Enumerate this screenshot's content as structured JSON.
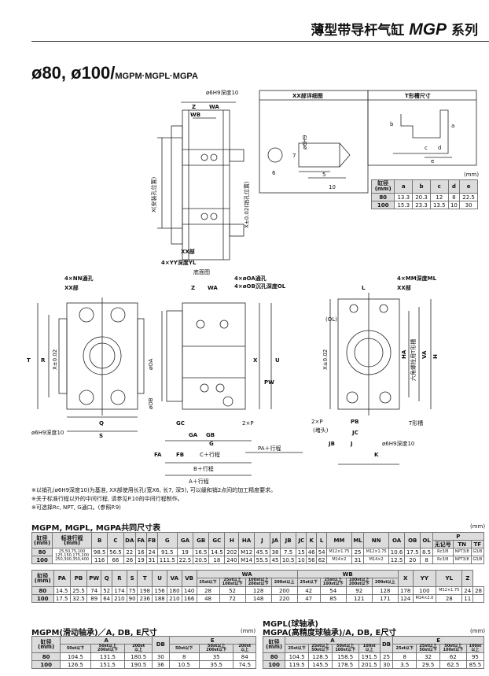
{
  "header": {
    "title_cn": "薄型带导杆气缸",
    "title_model": "MGP",
    "title_suffix": "系列"
  },
  "page_title": {
    "main": "ø80, ø100/",
    "sub": "MGPM·MGPL·MGPA"
  },
  "drawing": {
    "top_view": {
      "hole": "ø6H9深度10",
      "z": "Z",
      "wa": "WA",
      "wb": "WB",
      "x_install": "X(安装孔位置)",
      "x_pin": "X±0.02(销孔位置)",
      "xx": "XX部",
      "yy": "4×YY深度YL",
      "bottom": "底面图"
    },
    "detail_xx": {
      "title": "XX部详细图",
      "d6h9": "ø6H9",
      "d7": "7",
      "d6": "6",
      "d5": "5",
      "d10": "10"
    },
    "detail_t": {
      "title": "T形槽尺寸",
      "a": "a",
      "b": "b",
      "c": "c",
      "d": "d",
      "e": "e"
    },
    "left_view": {
      "nn": "4×NN通孔",
      "xx": "XX部",
      "t": "T",
      "r": "R",
      "x": "X±0.02",
      "q": "Q",
      "s": "S",
      "hole": "ø6H9深度10"
    },
    "mid_view": {
      "oa": "4×øOA通孔",
      "ob": "4×øOB沉孔深度OL",
      "z": "Z",
      "wa": "WA",
      "doa": "øOA",
      "dob": "øOB",
      "x": "X",
      "pw": "PW",
      "u": "U",
      "gc": "GC",
      "ga": "GA",
      "gb": "GB",
      "g": "G",
      "p2": "2×P",
      "pa": "PA＋行程",
      "fa": "FA",
      "fb": "FB",
      "c": "C＋行程",
      "b": "B＋行程",
      "a": "A＋行程"
    },
    "right_view": {
      "mm": "4×MM深度ML",
      "xx": "XX部",
      "l": "L",
      "ol": "(OL)",
      "x": "X±0.02",
      "hex": "六角螺栓用T形槽",
      "ha": "HA",
      "va": "VA",
      "h": "H",
      "p2": "2×P",
      "plug": "(堵头)",
      "pb": "PB",
      "jc": "JC",
      "tslot": "T形槽",
      "jb": "JB",
      "j": "J",
      "k": "K",
      "hole": "ø6H9深度10"
    }
  },
  "tslot_table": {
    "unit": "(mm)",
    "headers": [
      "缸径\n(mm)",
      "a",
      "b",
      "c",
      "d",
      "e"
    ],
    "rows": [
      [
        "80",
        "13.3",
        "20.3",
        "12",
        "8",
        "22.5"
      ],
      [
        "100",
        "15.3",
        "23.3",
        "13.5",
        "10",
        "30"
      ]
    ]
  },
  "notes": [
    "※以销孔(ø6H9深度10)为基准, XX部使用长孔(宽X6, 长7, 深5), 可以缓和销2点间的加工精度要求。",
    "※关于标准行程以外的中间行程, 请参见P.10的中间行程制作。",
    "※可选择Rc, NPT, G通口。(参照P.9)"
  ],
  "common_table": {
    "title": "MGPM, MGPL, MGPA共同尺寸表",
    "unit": "(mm)",
    "bore_label": "缸径\n(mm)",
    "stroke_label": "标准行程\n(mm)",
    "cols": [
      "B",
      "C",
      "DA",
      "FA",
      "FB",
      "G",
      "GA",
      "GB",
      "GC",
      "H",
      "HA",
      "J",
      "JA",
      "JB",
      "JC",
      "K",
      "L",
      "MM",
      "ML",
      "NN",
      "OA",
      "OB",
      "OL"
    ],
    "p_label": "P",
    "p_sub": [
      "无记号",
      "TN",
      "TF"
    ],
    "rows": [
      {
        "bore": "80",
        "stroke": "25,50,75,100\n125,150,175,200\n250,300,350,400",
        "vals": [
          "98.5",
          "56.5",
          "22",
          "16",
          "24",
          "91.5",
          "19",
          "16.5",
          "14.5",
          "202",
          "M12",
          "45.5",
          "38",
          "7.5",
          "15",
          "46",
          "54",
          "M12×1.75",
          "25",
          "M12×1.75",
          "10.6",
          "17.5",
          "8.5"
        ],
        "p": [
          "Rc3/8",
          "NPT3/8",
          "G3/8"
        ]
      },
      {
        "bore": "100",
        "stroke": "",
        "vals": [
          "116",
          "66",
          "26",
          "19",
          "31",
          "111.5",
          "22.5",
          "20.5",
          "18",
          "240",
          "M14",
          "55.5",
          "45",
          "10.5",
          "10",
          "56",
          "62",
          "M14×2",
          "31",
          "M14×2",
          "12.5",
          "20",
          "8"
        ],
        "p": [
          "Rc3/8",
          "NPT3/8",
          "G3/8"
        ]
      }
    ]
  },
  "common_table2": {
    "cols_a": [
      "PA",
      "PB",
      "PW",
      "Q",
      "R",
      "S",
      "T",
      "U",
      "VA",
      "VB"
    ],
    "wa_label": "WA",
    "wa_sub": [
      "25st以下",
      "25st以上\n100st以下",
      "100st以上\n200st以下",
      "200st以上"
    ],
    "wb_label": "WB",
    "wb_sub": [
      "25st以下",
      "25st以上\n100st以下",
      "100st以上\n200st以下",
      "200st以上"
    ],
    "cols_b": [
      "X",
      "YY",
      "YL",
      "Z"
    ],
    "rows": [
      {
        "bore": "80",
        "a": [
          "14.5",
          "25.5",
          "74",
          "52",
          "174",
          "75",
          "198",
          "156",
          "180",
          "140"
        ],
        "wa": [
          "28",
          "52",
          "128",
          "200"
        ],
        "wb": [
          "42",
          "54",
          "92",
          "128"
        ],
        "b": [
          "178",
          "100",
          "M12×1.75",
          "24",
          "28"
        ]
      },
      {
        "bore": "100",
        "a": [
          "17.5",
          "32.5",
          "89",
          "64",
          "210",
          "90",
          "236",
          "188",
          "210",
          "166"
        ],
        "wa": [
          "48",
          "72",
          "148",
          "220"
        ],
        "wb": [
          "47",
          "85",
          "121",
          "171"
        ],
        "b": [
          "124",
          "M14×2.0",
          "28",
          "11"
        ]
      }
    ]
  },
  "mgpm_table": {
    "title": "MGPM(滑动轴承)／A, DB, E尺寸",
    "unit": "(mm)",
    "bore_label": "缸径\n(mm)",
    "a_label": "A",
    "a_sub": [
      "50st以下",
      "50st以上\n200st以下",
      "200st\n以上"
    ],
    "db_label": "DB",
    "e_label": "E",
    "e_sub": [
      "50st以下",
      "50st以上\n200st以下",
      "200st\n以上"
    ],
    "rows": [
      {
        "bore": "80",
        "a": [
          "104.5",
          "131.5",
          "180.5"
        ],
        "db": "30",
        "e": [
          "8",
          "35",
          "84"
        ]
      },
      {
        "bore": "100",
        "a": [
          "126.5",
          "151.5",
          "190.5"
        ],
        "db": "36",
        "e": [
          "10.5",
          "35.5",
          "74.5"
        ]
      }
    ]
  },
  "mgpl_table": {
    "title": "MGPL(球轴承)",
    "title2": "MGPA(高精度球轴承)/A, DB, E尺寸",
    "unit": "(mm)",
    "bore_label": "缸径\n(mm)",
    "a_label": "A",
    "a_sub": [
      "25st以下",
      "25st以上\n50st以下",
      "50st以上\n100st以下",
      "100st\n以上"
    ],
    "db_label": "DB",
    "e_label": "E",
    "e_sub": [
      "25st以下",
      "25st以上\n50st以下",
      "50st以上\n100st以下",
      "100st\n以上"
    ],
    "rows": [
      {
        "bore": "80",
        "a": [
          "104.5",
          "128.5",
          "158.5",
          "191.5"
        ],
        "db": "25",
        "e": [
          "8",
          "32",
          "62",
          "95"
        ]
      },
      {
        "bore": "100",
        "a": [
          "119.5",
          "145.5",
          "178.5",
          "201.5"
        ],
        "db": "30",
        "e": [
          "3.5",
          "29.5",
          "62.5",
          "85.5"
        ]
      }
    ]
  }
}
